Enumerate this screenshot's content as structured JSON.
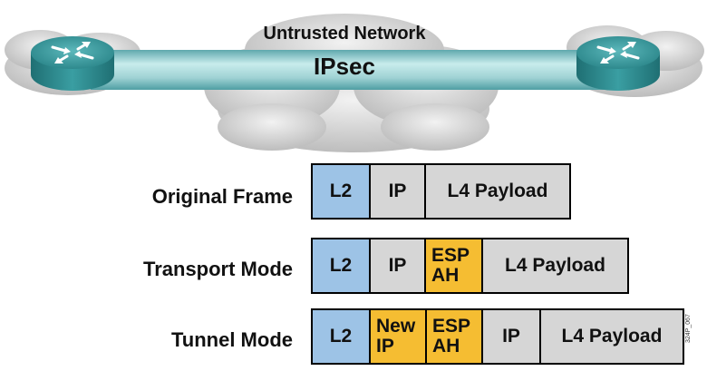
{
  "network": {
    "title": "Untrusted Network",
    "tunnel_label": "IPsec"
  },
  "rows": [
    {
      "label": "Original Frame",
      "cells": [
        {
          "lines": [
            "L2"
          ],
          "kind": "l2"
        },
        {
          "lines": [
            "IP"
          ],
          "kind": "ip"
        },
        {
          "lines": [
            "L4 Payload"
          ],
          "kind": "payload"
        }
      ]
    },
    {
      "label": "Transport Mode",
      "cells": [
        {
          "lines": [
            "L2"
          ],
          "kind": "l2"
        },
        {
          "lines": [
            "IP"
          ],
          "kind": "ip"
        },
        {
          "lines": [
            "ESP",
            "AH"
          ],
          "kind": "ipsec"
        },
        {
          "lines": [
            "L4 Payload"
          ],
          "kind": "payload"
        }
      ]
    },
    {
      "label": "Tunnel Mode",
      "cells": [
        {
          "lines": [
            "L2"
          ],
          "kind": "l2"
        },
        {
          "lines": [
            "New",
            "IP"
          ],
          "kind": "new-ip"
        },
        {
          "lines": [
            "ESP",
            "AH"
          ],
          "kind": "ipsec"
        },
        {
          "lines": [
            "IP"
          ],
          "kind": "ip"
        },
        {
          "lines": [
            "L4 Payload"
          ],
          "kind": "payload"
        }
      ]
    }
  ],
  "figure_id": "324P_067",
  "colors": {
    "l2": "#9dc3e6",
    "header": "#d6d6d6",
    "ipsec": "#f5bd32",
    "tunnel": "#8cc8c8",
    "router": "#2f8f92",
    "cloud": "#c9c9c9"
  }
}
